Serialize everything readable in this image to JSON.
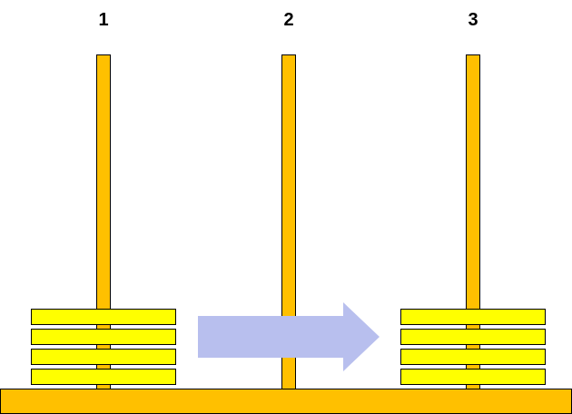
{
  "colors": {
    "rod": "#ffc000",
    "base": "#ffc000",
    "disk": "#ffff00",
    "outline": "#000000",
    "arrow": "#b8bfee"
  },
  "pegs": [
    {
      "label": "1",
      "disks": 4
    },
    {
      "label": "2",
      "disks": 0
    },
    {
      "label": "3",
      "disks": 4
    }
  ],
  "move_arrow": {
    "from": "1",
    "to": "3",
    "icon": "right-arrow-icon"
  }
}
